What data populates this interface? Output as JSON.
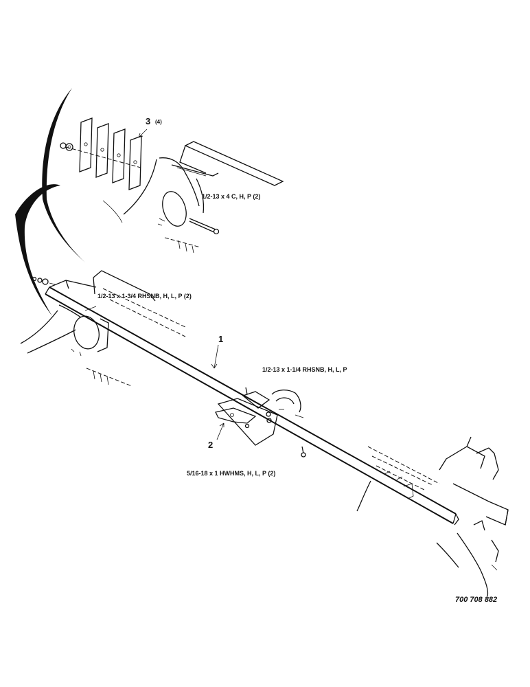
{
  "callouts": {
    "plate_item": "3",
    "plate_qty": "(4)",
    "carriage_bolt": "1/2-13 x 4 C, H, P (2)",
    "left_bolt": "1/2-13 x 1-3/4 RHSNB, H, L, P (2)",
    "tube_item": "1",
    "center_bolt": "1/2-13 x 1-1/4 RHSNB, H, L, P",
    "bracket_item": "2",
    "small_bolt": "5/16-18 x 1 HWHMS, H, L, P (2)"
  },
  "figure_number": "700 708 882"
}
